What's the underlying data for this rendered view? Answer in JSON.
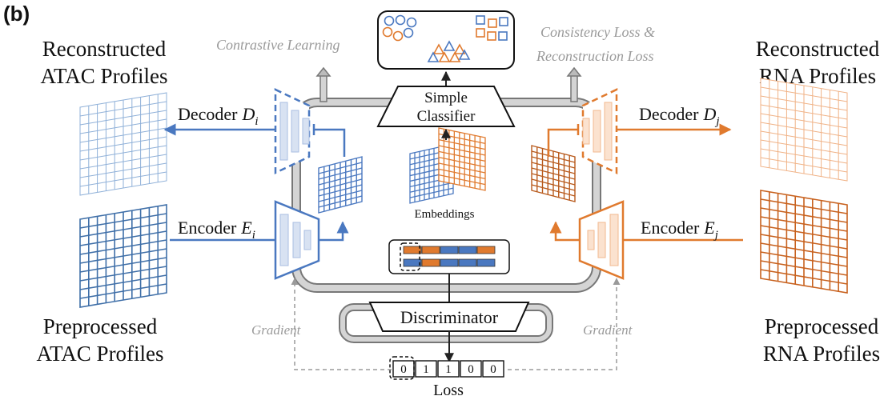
{
  "panel_label": "(b)",
  "labels": {
    "recon_atac_line1": "Reconstructed",
    "recon_atac_line2": "ATAC Profiles",
    "recon_rna_line1": "Reconstructed",
    "recon_rna_line2": "RNA Profiles",
    "pre_atac_line1": "Preprocessed",
    "pre_atac_line2": "ATAC Profiles",
    "pre_rna_line1": "Preprocessed",
    "pre_rna_line2": "RNA Profiles",
    "decoder_left": "Decoder",
    "decoder_left_sub": "i",
    "decoder_right": "Decoder",
    "decoder_right_sub": "j",
    "encoder_left": "Encoder",
    "encoder_left_sub": "i",
    "encoder_right": "Encoder",
    "encoder_right_sub": "j",
    "decoder_var": "D",
    "encoder_var": "E",
    "contrastive": "Contrastive Learning",
    "consistency_line1": "Consistency Loss &",
    "consistency_line2": "Reconstruction Loss",
    "classifier_line1": "Simple",
    "classifier_line2": "Classifier",
    "embeddings": "Embeddings",
    "discriminator": "Discriminator",
    "gradient_left": "Gradient",
    "gradient_right": "Gradient",
    "loss": "Loss",
    "loss_bits": [
      "0",
      "1",
      "1",
      "0",
      "0"
    ]
  },
  "colors": {
    "atac_blue": "#4a78c0",
    "atac_light": "#c9d6ee",
    "rna_orange": "#e07a2e",
    "rna_light": "#f6d3b8",
    "frame_gray": "#8a8a8a",
    "arrow_gray": "#9a9a9a",
    "text_gray": "#9a9a9a"
  }
}
